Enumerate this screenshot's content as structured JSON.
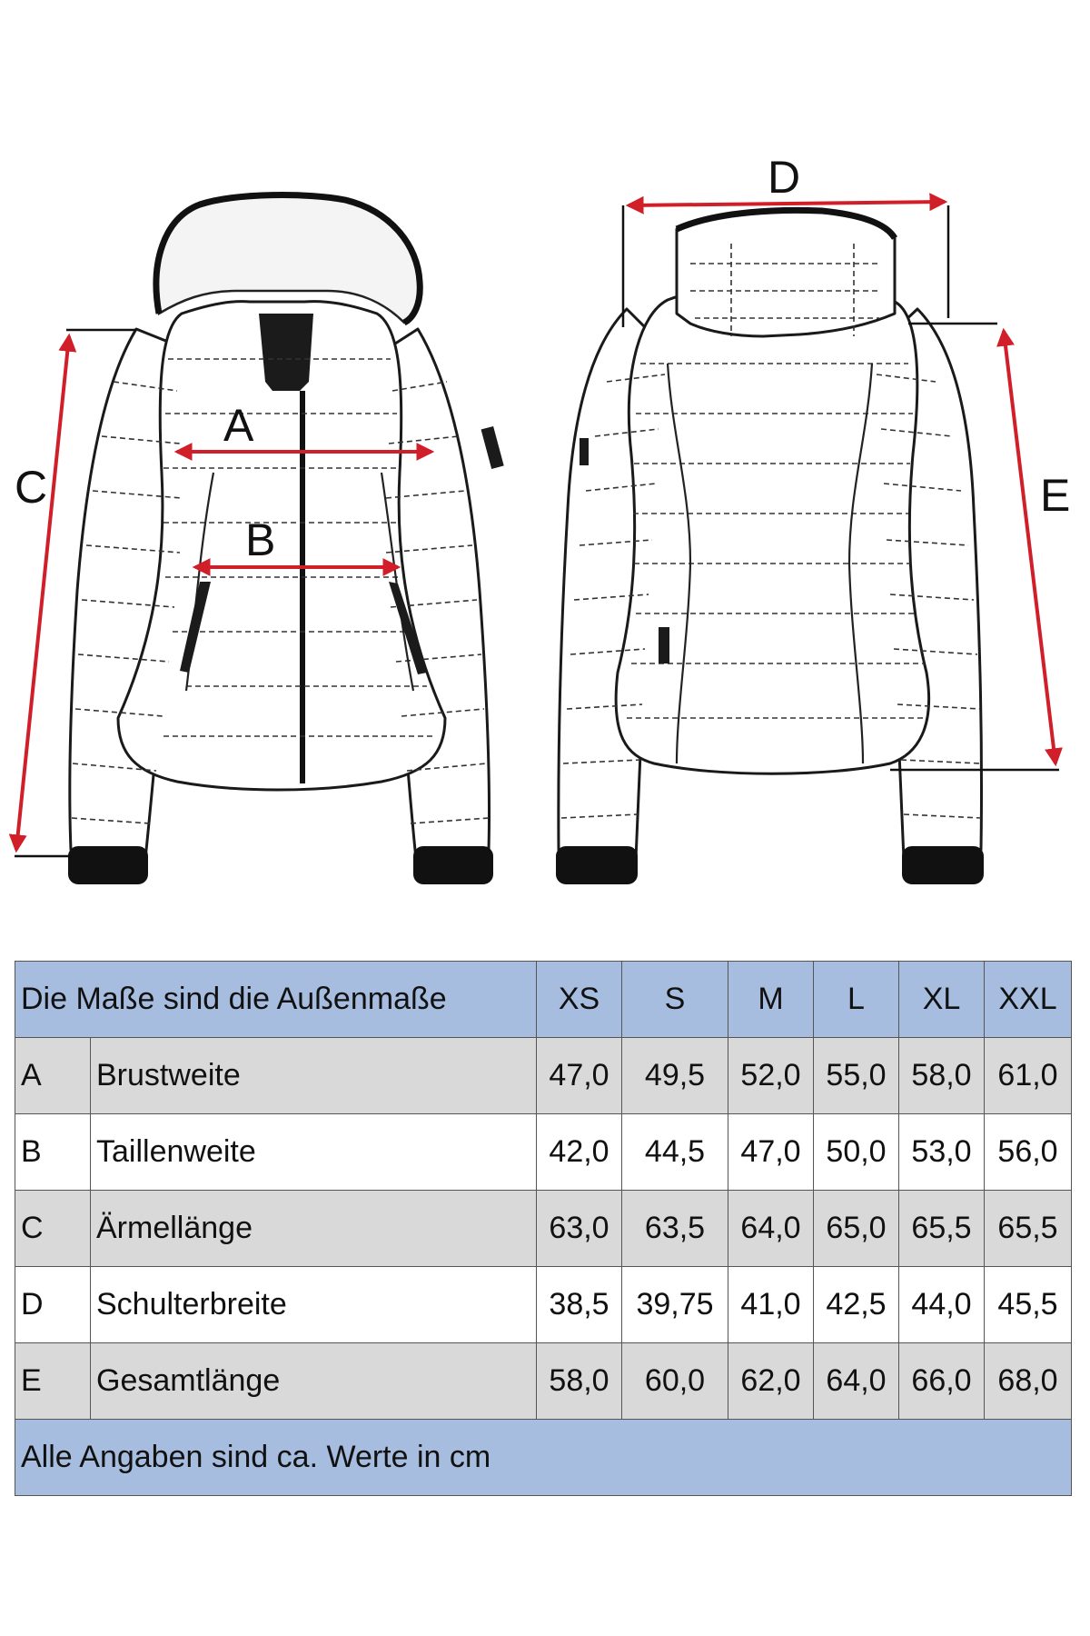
{
  "diagram": {
    "labels": {
      "A": "A",
      "B": "B",
      "C": "C",
      "D": "D",
      "E": "E"
    }
  },
  "table": {
    "header_title": "Die Maße sind die Außenmaße",
    "sizes": [
      "XS",
      "S",
      "M",
      "L",
      "XL",
      "XXL"
    ],
    "rows": [
      {
        "code": "A",
        "label": "Brustweite",
        "values": [
          "47,0",
          "49,5",
          "52,0",
          "55,0",
          "58,0",
          "61,0"
        ]
      },
      {
        "code": "B",
        "label": "Taillenweite",
        "values": [
          "42,0",
          "44,5",
          "47,0",
          "50,0",
          "53,0",
          "56,0"
        ]
      },
      {
        "code": "C",
        "label": "Ärmellänge",
        "values": [
          "63,0",
          "63,5",
          "64,0",
          "65,0",
          "65,5",
          "65,5"
        ]
      },
      {
        "code": "D",
        "label": "Schulterbreite",
        "values": [
          "38,5",
          "39,75",
          "41,0",
          "42,5",
          "44,0",
          "45,5"
        ]
      },
      {
        "code": "E",
        "label": "Gesamtlänge",
        "values": [
          "58,0",
          "60,0",
          "62,0",
          "64,0",
          "66,0",
          "68,0"
        ]
      }
    ],
    "footer": "Alle Angaben sind ca. Werte in cm"
  },
  "colors": {
    "measure_arrow": "#d11f2a",
    "header_band": "#a6bddf",
    "row_shade": "#d9d9d9"
  }
}
